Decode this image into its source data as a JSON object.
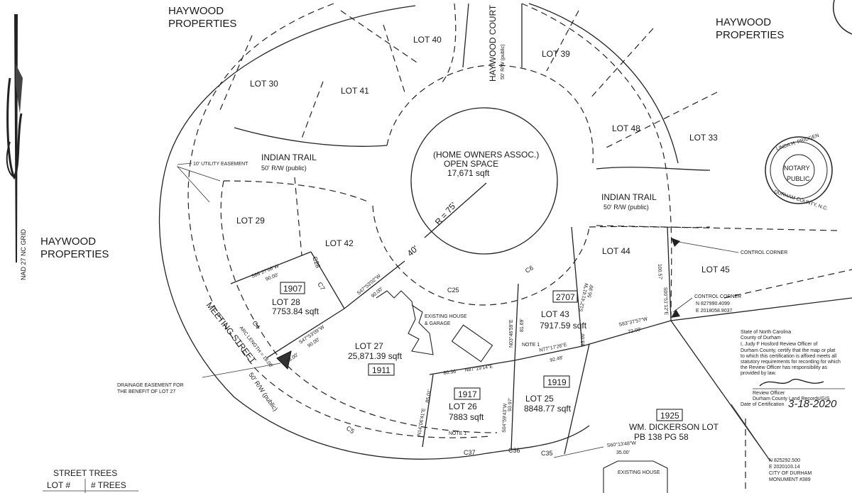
{
  "neighbors": {
    "top_left": [
      "HAYWOOD",
      "PROPERTIES"
    ],
    "left": [
      "HAYWOOD",
      "PROPERTIES"
    ],
    "top_right": [
      "HAYWOOD",
      "PROPERTIES"
    ]
  },
  "north_arrow_text": "NAD 27 NC GRID",
  "streets": {
    "haywood_court": "HAYWOOD COURT",
    "haywood_court_rw": "50' R/W (public)",
    "indian_trail_left": "INDIAN TRAIL",
    "indian_trail_left_rw": "50' R/W (public)",
    "indian_trail_right": "INDIAN TRAIL",
    "indian_trail_right_rw": "50' R/W (public)",
    "meeting_street": "MEETING STREET",
    "meeting_street_rw": "50' R/W (public)"
  },
  "open_space": {
    "line1": "(HOME OWNERS ASSOC.)",
    "line2": "OPEN SPACE",
    "line3": "17,671 sqft",
    "radius": "R = 75'",
    "offset": "40'"
  },
  "lots": {
    "l30": "LOT 30",
    "l40": "LOT 40",
    "l41": "LOT 41",
    "l39": "LOT 39",
    "l48": "LOT 48",
    "l33": "LOT 33",
    "l29": "LOT 29",
    "l42": "LOT 42",
    "l44": "LOT 44",
    "l45": "LOT 45",
    "l28": "LOT 28",
    "l28_area": "7753.84 sqft",
    "l28_box": "1907",
    "l43": "LOT 43",
    "l43_area": "7917.59 sqft",
    "l43_box": "2707",
    "l27": "LOT 27",
    "l27_area": "25,871.39 sqft",
    "l27_box": "1911",
    "l26": "LOT 26",
    "l26_area": "7883 sqft",
    "l26_box": "1917",
    "l25": "LOT 25",
    "l25_area": "8848.77 sqft",
    "l25_box": "1919",
    "dickerson_box": "1925",
    "dickerson_1": "WM. DICKERSON LOT",
    "dickerson_2": "PB 138 PG 58"
  },
  "bearings": {
    "b1": "S66°27'06\"W",
    "b1d": "90.00'",
    "b2": "S47°53'09\"W",
    "b2d": "90.00'",
    "b3": "S47°53'02\"W",
    "b3d": "90.00'",
    "b4": "N03°46'59\"E",
    "b4d": "81.69'",
    "b5": "N87°19'14\"E",
    "b5d": "80.36'",
    "b6": "N77°17'26\"E",
    "b6d": "92.48'",
    "b7": "S83°37'57\"W",
    "b7d": "72.00'",
    "b8": "S12°41'41\"W",
    "b8d": "56.99'",
    "b9": "N14°06'41\"E",
    "b9d": "85.01'",
    "b10": "S04°59'43\"W",
    "b10d": "93.97'",
    "b11": "S00°51'12\"E",
    "b11d": "100.57'",
    "b12": "S60°13'48\"W",
    "b12d": "35.00'",
    "arc": "ARC LENGTH = 18.00'",
    "d1300": "13.00'",
    "c25": "C25",
    "c6": "C6",
    "c7": "C7",
    "c28": "C28",
    "c5": "C5",
    "c37": "C37",
    "c36": "C36",
    "c35": "C35",
    "c4": "C4",
    "d1800": "18.00'"
  },
  "notes": {
    "note1a": "NOTE 1",
    "note1b": "NOTE 1",
    "existing_house_garage_1": "EXISTING HOUSE",
    "existing_house_garage_2": "& GARAGE",
    "existing_house": "EXISTING HOUSE",
    "utility_easement": "10' UTILITY EASEMENT",
    "drainage_1": "DRAINAGE EASEMENT FOR",
    "drainage_2": "THE BENEFIT OF LOT 27"
  },
  "control_corners": {
    "cc1_label": "CONTROL CORNER",
    "cc2_label": "CONTROL CORNER",
    "cc2_n": "N 827990.4099",
    "cc2_e": "E 2018058.9037",
    "monument_n": "N 825292.500",
    "monument_e": "E 2020103.14",
    "monument_city": "CITY OF DURHAM",
    "monument_no": "MONUMENT #389"
  },
  "notary_seal": {
    "name": "LINDA H. PRIDGEN",
    "word1": "NOTARY",
    "word2": "PUBLIC",
    "county": "DURHAM COUNTY, N.C."
  },
  "certification": {
    "lines": [
      "State of North Carolina",
      "County of Durham",
      "I, Judy F Hosford Review Officer of",
      "Durham County, certify that the map or plat",
      "to which this certification is affixed meets all",
      "statutory requirements for recording for which",
      "the Review Officer has responsibility as",
      "provided by law."
    ],
    "officer_1": "Review Officer",
    "officer_2": "Durham County Land Records/GIS",
    "date_label": "Date of Certification",
    "date_value": "3-18-2020"
  },
  "street_trees": {
    "title": "STREET TREES",
    "col1": "LOT #",
    "col2": "# TREES"
  }
}
